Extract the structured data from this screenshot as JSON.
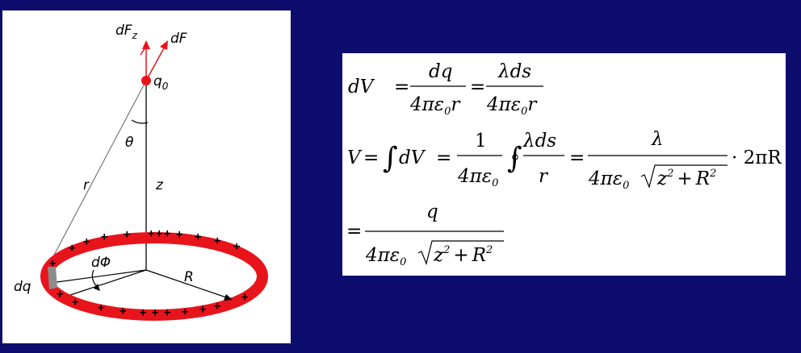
{
  "diagram": {
    "labels": {
      "dFz": "dF",
      "dFz_sub": "z",
      "dF": "dF",
      "q0": "q",
      "q0_sub": "0",
      "theta": "θ",
      "r": "r",
      "z": "z",
      "dphi": "dΦ",
      "R": "R",
      "dq": "dq"
    },
    "plus_sign": "+",
    "colors": {
      "ring": "#e8141c",
      "charge": "#e8141c",
      "segment": "#8c8c8c",
      "background": "#0d0d6e"
    }
  },
  "formulas": {
    "line1": {
      "lhs": "dV",
      "num1": "dq",
      "den1": "4πε",
      "den1_sub": "0",
      "den1_tail": "r",
      "num2": "λds",
      "den2": "4πε",
      "den2_sub": "0",
      "den2_tail": "r"
    },
    "line2": {
      "lhs": "V",
      "integrand": "dV",
      "num1": "1",
      "den1": "4πε",
      "den1_sub": "0",
      "num2": "λds",
      "den2": "r",
      "num3": "λ",
      "den3": "4πε",
      "den3_sub": "0",
      "root_a": "z",
      "root_op": "+",
      "root_b": "R",
      "exp": "2",
      "tail": "· 2πR"
    },
    "line3": {
      "num": "q",
      "den": "4πε",
      "den_sub": "0",
      "root_a": "z",
      "root_op": "+",
      "root_b": "R",
      "exp": "2"
    },
    "equals": "="
  }
}
